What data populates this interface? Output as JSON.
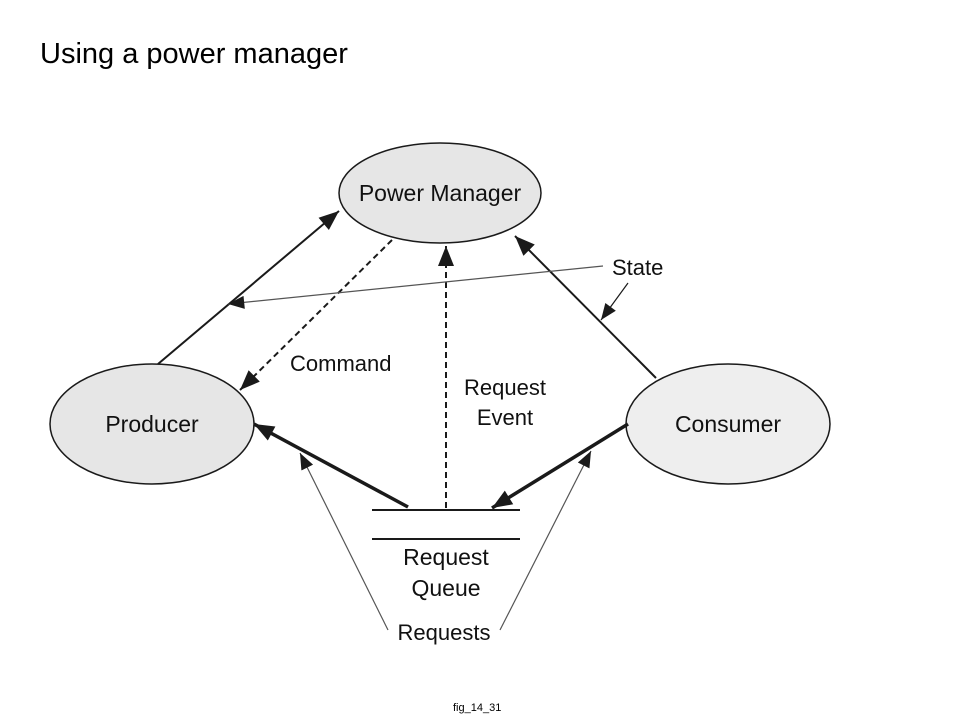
{
  "title": "Using a power manager",
  "caption": "fig_14_31",
  "colors": {
    "node_fill": "#e6e6e6",
    "stroke": "#1a1a1a",
    "thin_stroke": "#444444"
  },
  "nodes": {
    "power_manager": "Power Manager",
    "producer": "Producer",
    "consumer": "Consumer",
    "queue_line1": "Request",
    "queue_line2": "Queue"
  },
  "edges": {
    "state": "State",
    "command": "Command",
    "request_event_line1": "Request",
    "request_event_line2": "Event",
    "requests": "Requests"
  }
}
